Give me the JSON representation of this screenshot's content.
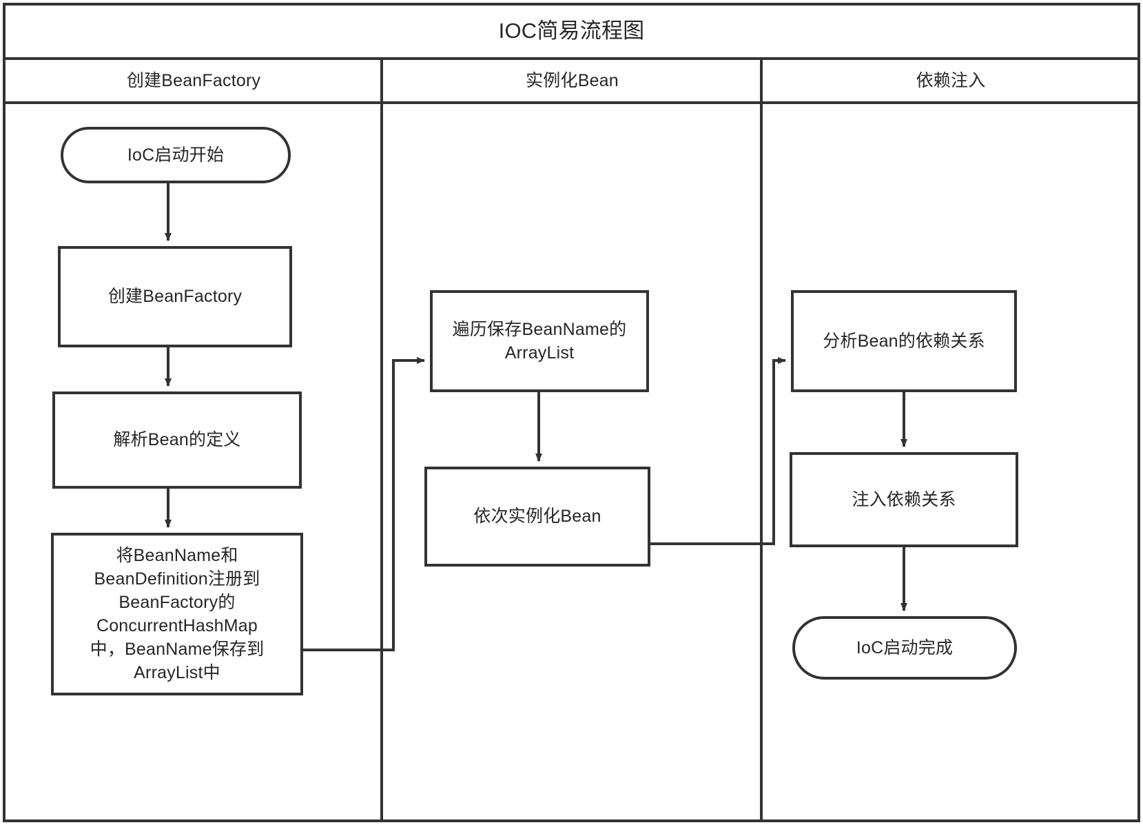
{
  "diagram": {
    "title": "IOC简易流程图",
    "stroke_color": "#333333",
    "text_color": "#262626",
    "background_color": "#ffffff",
    "lanes": [
      {
        "id": "lane-create-beanfactory",
        "title": "创建BeanFactory"
      },
      {
        "id": "lane-instantiate-bean",
        "title": "实例化Bean"
      },
      {
        "id": "lane-dependency-injection",
        "title": "依赖注入"
      }
    ],
    "nodes": [
      {
        "id": "ioc-start",
        "lane": 0,
        "shape": "stadium",
        "label": "IoC启动开始"
      },
      {
        "id": "create-beanfactory",
        "lane": 0,
        "shape": "rect",
        "label": "创建BeanFactory"
      },
      {
        "id": "parse-bean-definition",
        "lane": 0,
        "shape": "rect",
        "label": "解析Bean的定义"
      },
      {
        "id": "register-beandefinition",
        "lane": 0,
        "shape": "rect",
        "label": "将BeanName和\nBeanDefinition注册到\nBeanFactory的\nConcurrentHashMap\n中，BeanName保存到\nArrayList中"
      },
      {
        "id": "iterate-beanname-arraylist",
        "lane": 1,
        "shape": "rect",
        "label": "遍历保存BeanName的\nArrayList"
      },
      {
        "id": "instantiate-bean-in-order",
        "lane": 1,
        "shape": "rect",
        "label": "依次实例化Bean"
      },
      {
        "id": "analyze-bean-dependencies",
        "lane": 2,
        "shape": "rect",
        "label": "分析Bean的依赖关系"
      },
      {
        "id": "inject-dependencies",
        "lane": 2,
        "shape": "rect",
        "label": "注入依赖关系"
      },
      {
        "id": "ioc-finish",
        "lane": 2,
        "shape": "stadium",
        "label": "IoC启动完成"
      }
    ],
    "edges": [
      {
        "from": "ioc-start",
        "to": "create-beanfactory",
        "type": "straight-down"
      },
      {
        "from": "create-beanfactory",
        "to": "parse-bean-definition",
        "type": "straight-down"
      },
      {
        "from": "parse-bean-definition",
        "to": "register-beandefinition",
        "type": "straight-down"
      },
      {
        "from": "register-beandefinition",
        "to": "iterate-beanname-arraylist",
        "type": "right-up-right"
      },
      {
        "from": "iterate-beanname-arraylist",
        "to": "instantiate-bean-in-order",
        "type": "straight-down"
      },
      {
        "from": "instantiate-bean-in-order",
        "to": "analyze-bean-dependencies",
        "type": "right-up-right"
      },
      {
        "from": "analyze-bean-dependencies",
        "to": "inject-dependencies",
        "type": "straight-down"
      },
      {
        "from": "inject-dependencies",
        "to": "ioc-finish",
        "type": "straight-down"
      }
    ]
  }
}
